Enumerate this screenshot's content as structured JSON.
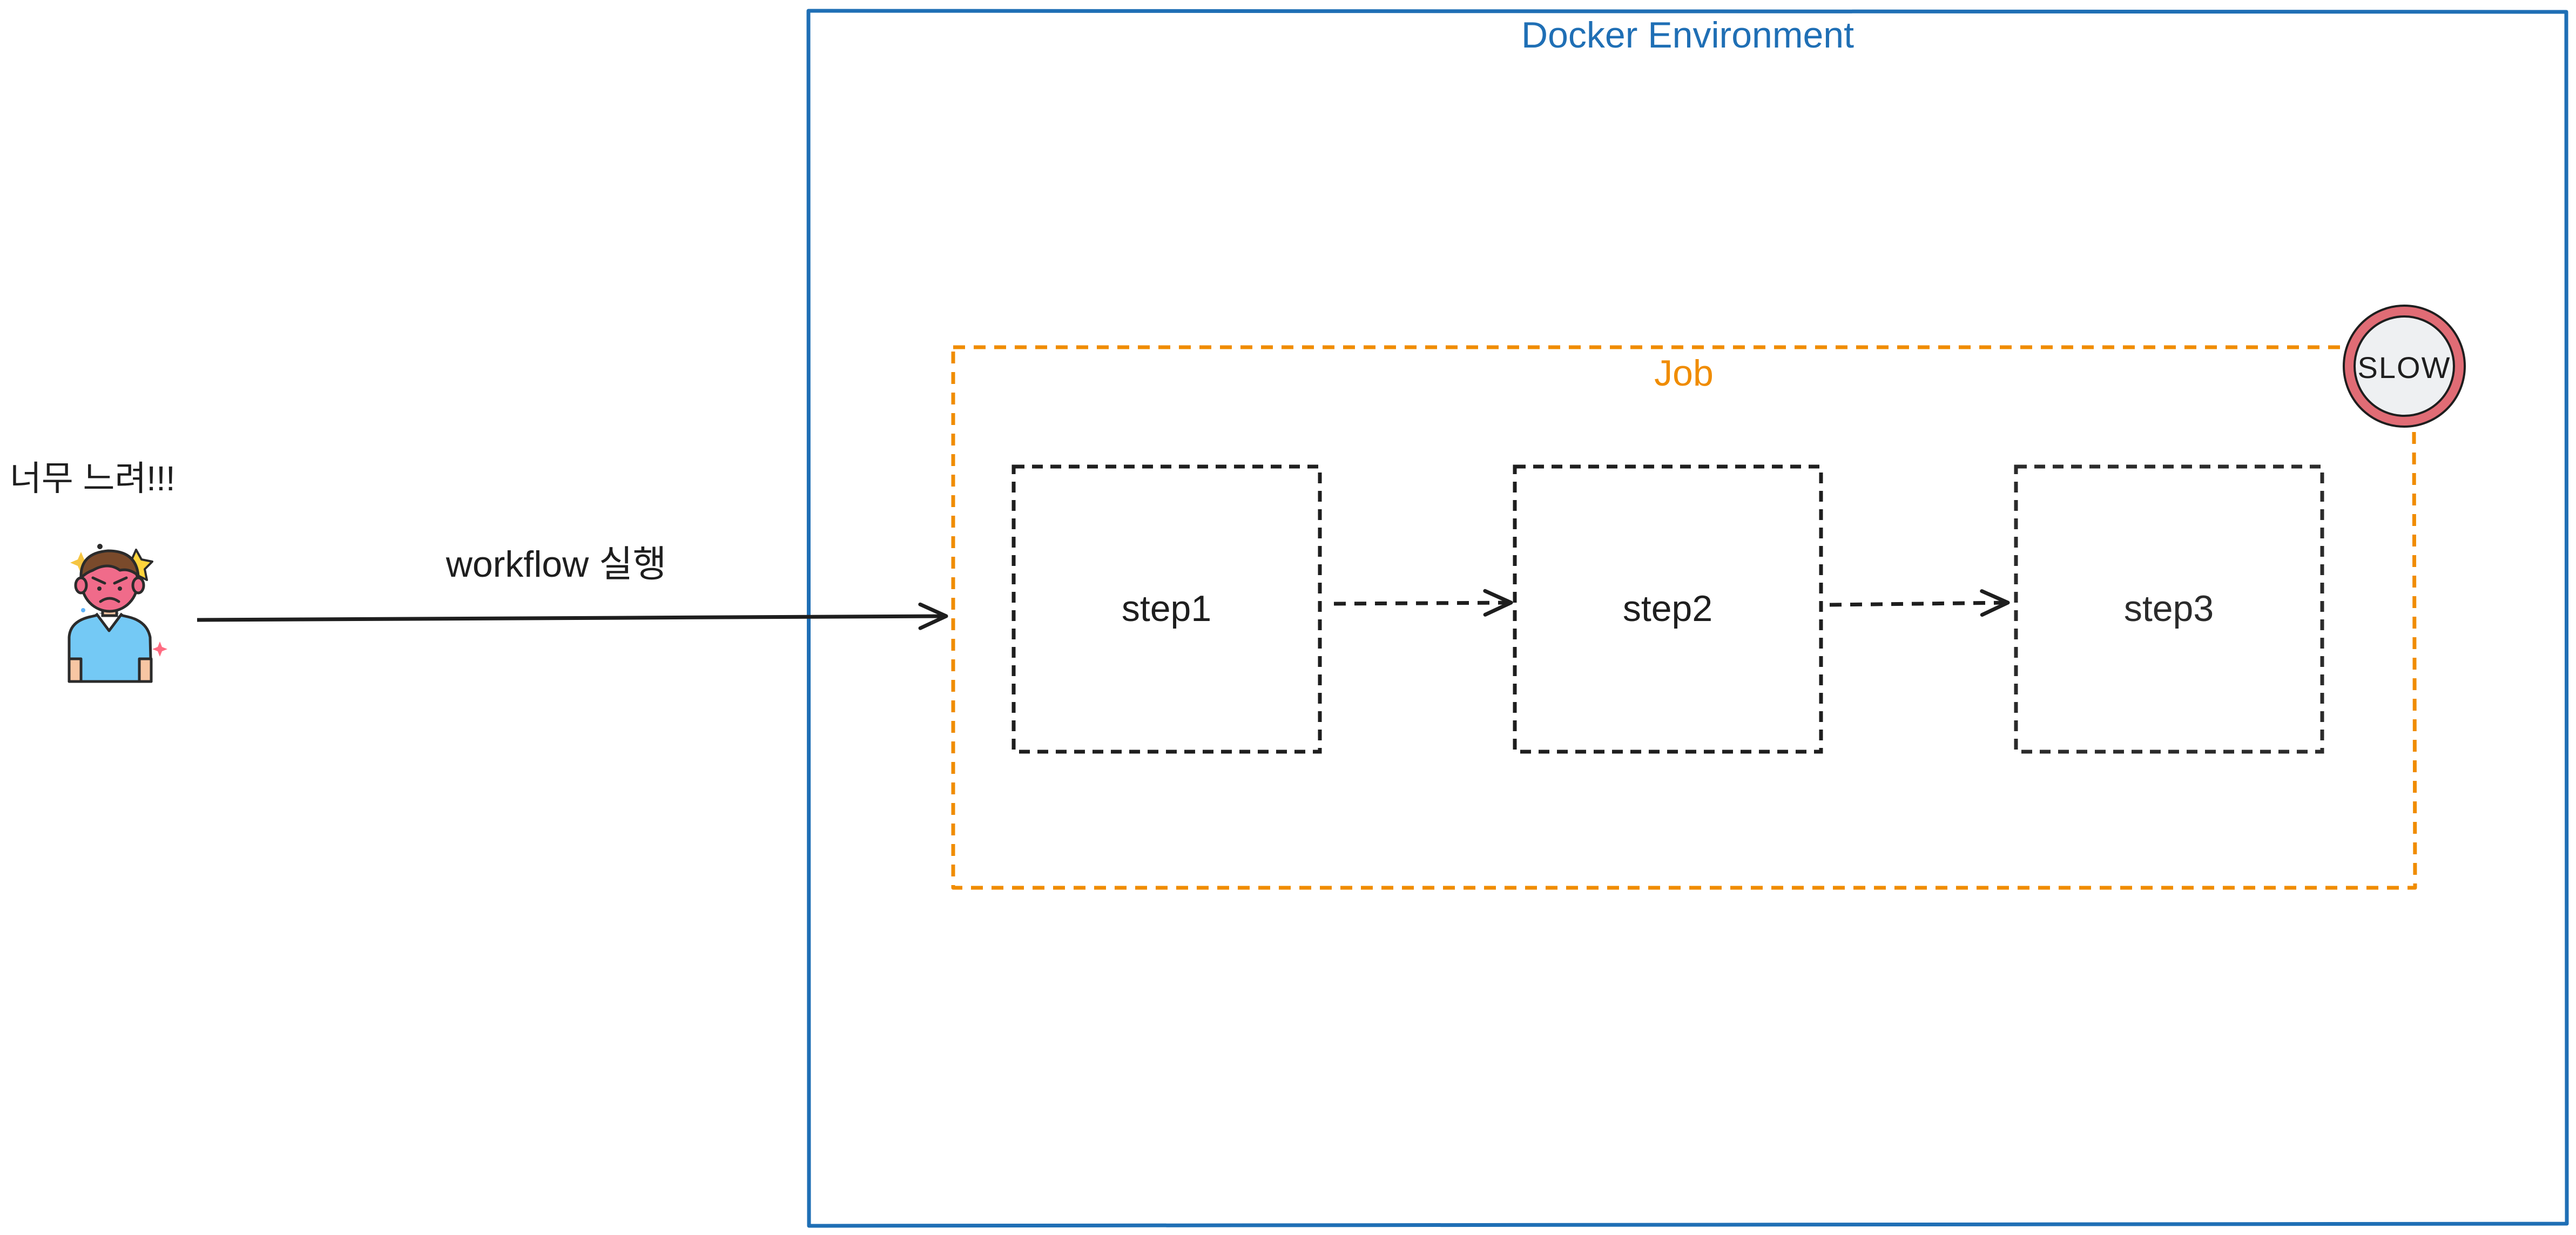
{
  "user": {
    "exclamation": "너무 느려!!!",
    "icon": "frustrated-developer-icon"
  },
  "trigger": {
    "label": "workflow 실행"
  },
  "docker": {
    "title": "Docker Environment",
    "color": "#1f6fb5"
  },
  "job": {
    "title": "Job",
    "color": "#f08c00"
  },
  "steps": [
    {
      "label": "step1"
    },
    {
      "label": "step2"
    },
    {
      "label": "step3"
    }
  ],
  "slow_badge": {
    "label": "SLOW",
    "ring_color": "#e06c75",
    "fill_color": "#eef0f2"
  }
}
